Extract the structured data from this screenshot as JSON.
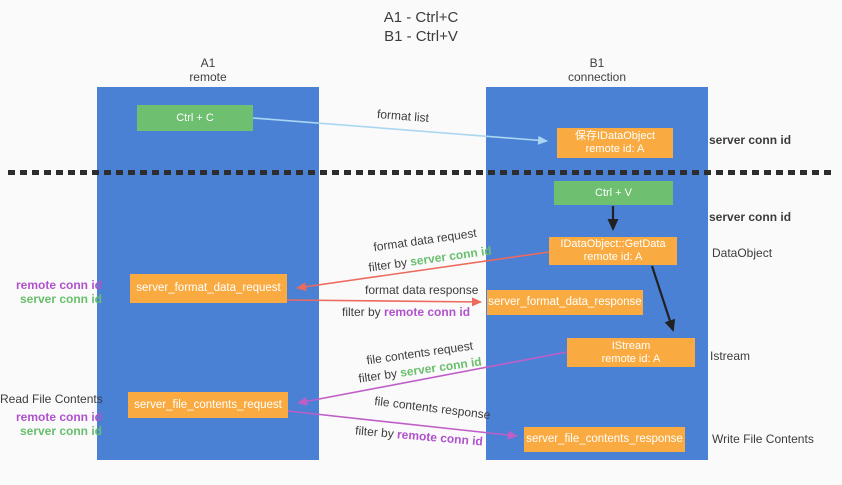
{
  "title": {
    "line1": "A1 - Ctrl+C",
    "line2": "B1 - Ctrl+V"
  },
  "columns": {
    "a1": {
      "name": "A1",
      "subtitle": "remote"
    },
    "b1": {
      "name": "B1",
      "subtitle": "connection"
    }
  },
  "nodes": {
    "ctrl_c": {
      "label": "Ctrl + C"
    },
    "ctrl_v": {
      "label": "Ctrl + V"
    },
    "save_idataobject": {
      "line1": "保存IDataObject",
      "line2": "remote id: A"
    },
    "idataobject_getdata": {
      "line1": "IDataObject::GetData",
      "line2": "remote id: A"
    },
    "istream": {
      "line1": "IStream",
      "line2": "remote id: A"
    },
    "server_format_data_request": {
      "label": "server_format_data_request"
    },
    "server_format_data_response": {
      "label": "server_format_data_response"
    },
    "server_file_contents_request": {
      "label": "server_file_contents_request"
    },
    "server_file_contents_response": {
      "label": "server_file_contents_response"
    }
  },
  "flow_labels": {
    "format_list": "format list",
    "format_data_request": "format data request",
    "format_data_response": "format data response",
    "file_contents_request": "file contents request",
    "file_contents_response": "file contents response",
    "filter_by": "filter by",
    "server_conn_id": "server conn id",
    "remote_conn_id": "remote conn id"
  },
  "side_labels": {
    "server_conn_id_top": "server conn id",
    "server_conn_id_mid": "server conn id",
    "dataobject": "DataObject",
    "istream": "Istream",
    "write_file_contents": "Write File Contents",
    "read_file_contents": "Read File Contents",
    "format_group": {
      "remote": "remote conn id",
      "server": "server conn id"
    },
    "file_group": {
      "remote": "remote conn id",
      "server": "server conn id"
    }
  },
  "colors": {
    "column_blue": "#4a81d4",
    "node_green": "#6ebf70",
    "node_orange": "#f9ab42",
    "arrow_red": "#ec6a5e",
    "arrow_magenta": "#c05ec8",
    "arrow_lightblue": "#aad6f2",
    "arrow_black": "#212121",
    "text_green": "#68bf6c",
    "text_purple": "#b052cc",
    "text_dark": "#3c3c3c"
  }
}
